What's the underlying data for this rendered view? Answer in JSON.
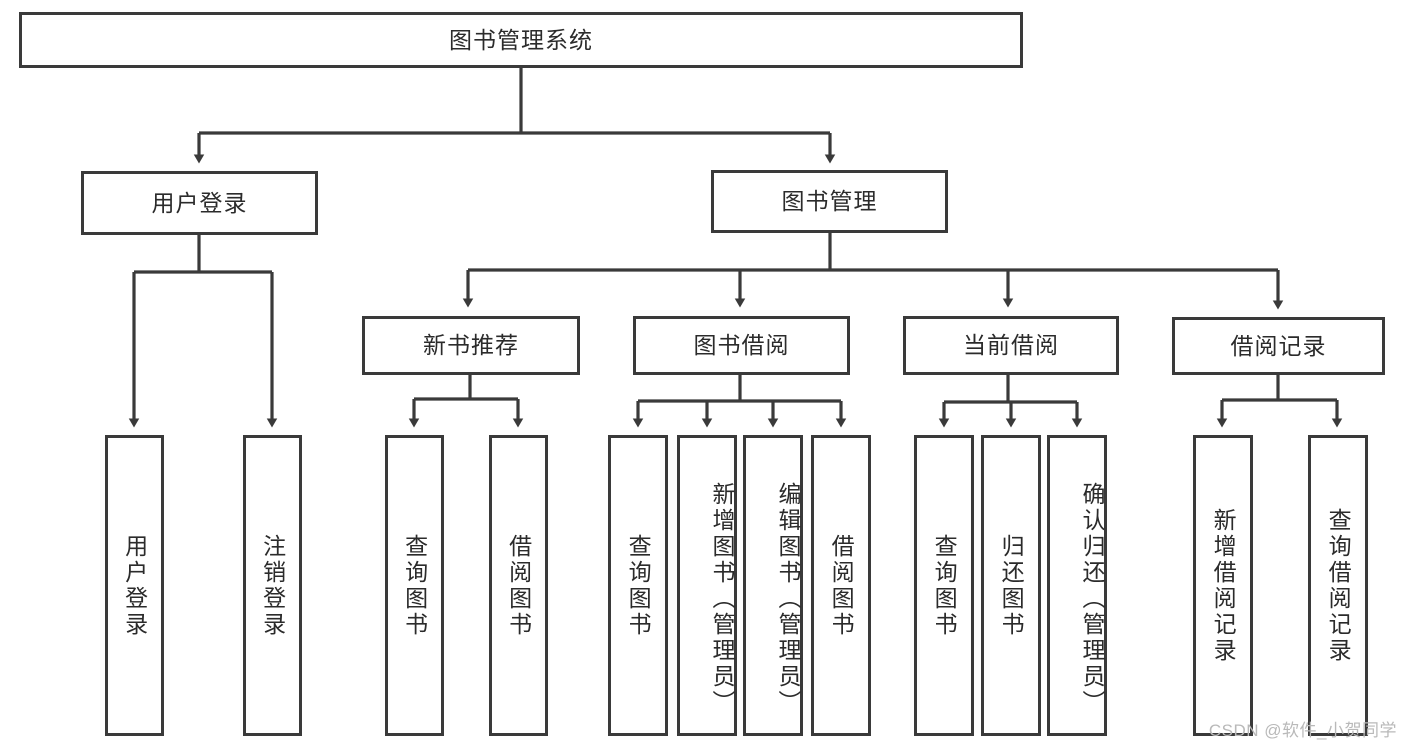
{
  "diagram": {
    "title": "图书管理系统",
    "type": "hierarchy-tree",
    "root": {
      "id": "root",
      "label": "图书管理系统"
    },
    "level2": [
      {
        "id": "user-login",
        "label": "用户登录"
      },
      {
        "id": "book-manage",
        "label": "图书管理"
      }
    ],
    "level3": [
      {
        "id": "new-book-recommend",
        "label": "新书推荐",
        "parent": "book-manage"
      },
      {
        "id": "book-borrow",
        "label": "图书借阅",
        "parent": "book-manage"
      },
      {
        "id": "current-borrow",
        "label": "当前借阅",
        "parent": "book-manage"
      },
      {
        "id": "borrow-record",
        "label": "借阅记录",
        "parent": "book-manage"
      }
    ],
    "leaves": {
      "user_login": [
        {
          "id": "leaf-user-login",
          "label": "用户登录"
        },
        {
          "id": "leaf-logout-login",
          "label": "注销登录"
        }
      ],
      "new_book_recommend": [
        {
          "id": "leaf-query-book-1",
          "label": "查询图书"
        },
        {
          "id": "leaf-borrow-book-1",
          "label": "借阅图书"
        }
      ],
      "book_borrow": [
        {
          "id": "leaf-query-book-2",
          "label": "查询图书"
        },
        {
          "id": "leaf-add-book",
          "label": "新增图书（管理员）"
        },
        {
          "id": "leaf-edit-book",
          "label": "编辑图书（管理员）"
        },
        {
          "id": "leaf-borrow-book-2",
          "label": "借阅图书"
        }
      ],
      "current_borrow": [
        {
          "id": "leaf-query-book-3",
          "label": "查询图书"
        },
        {
          "id": "leaf-return-book",
          "label": "归还图书"
        },
        {
          "id": "leaf-confirm-return",
          "label": "确认归还（管理员）"
        }
      ],
      "borrow_record": [
        {
          "id": "leaf-add-record",
          "label": "新增借阅记录"
        },
        {
          "id": "leaf-query-record",
          "label": "查询借阅记录"
        }
      ]
    },
    "colors": {
      "border": "#3a3a3a",
      "text": "#2b2b2b",
      "background": "#ffffff",
      "watermark": "#b9b9b9"
    }
  },
  "watermark": {
    "text": "CSDN @软件_小贺同学"
  }
}
